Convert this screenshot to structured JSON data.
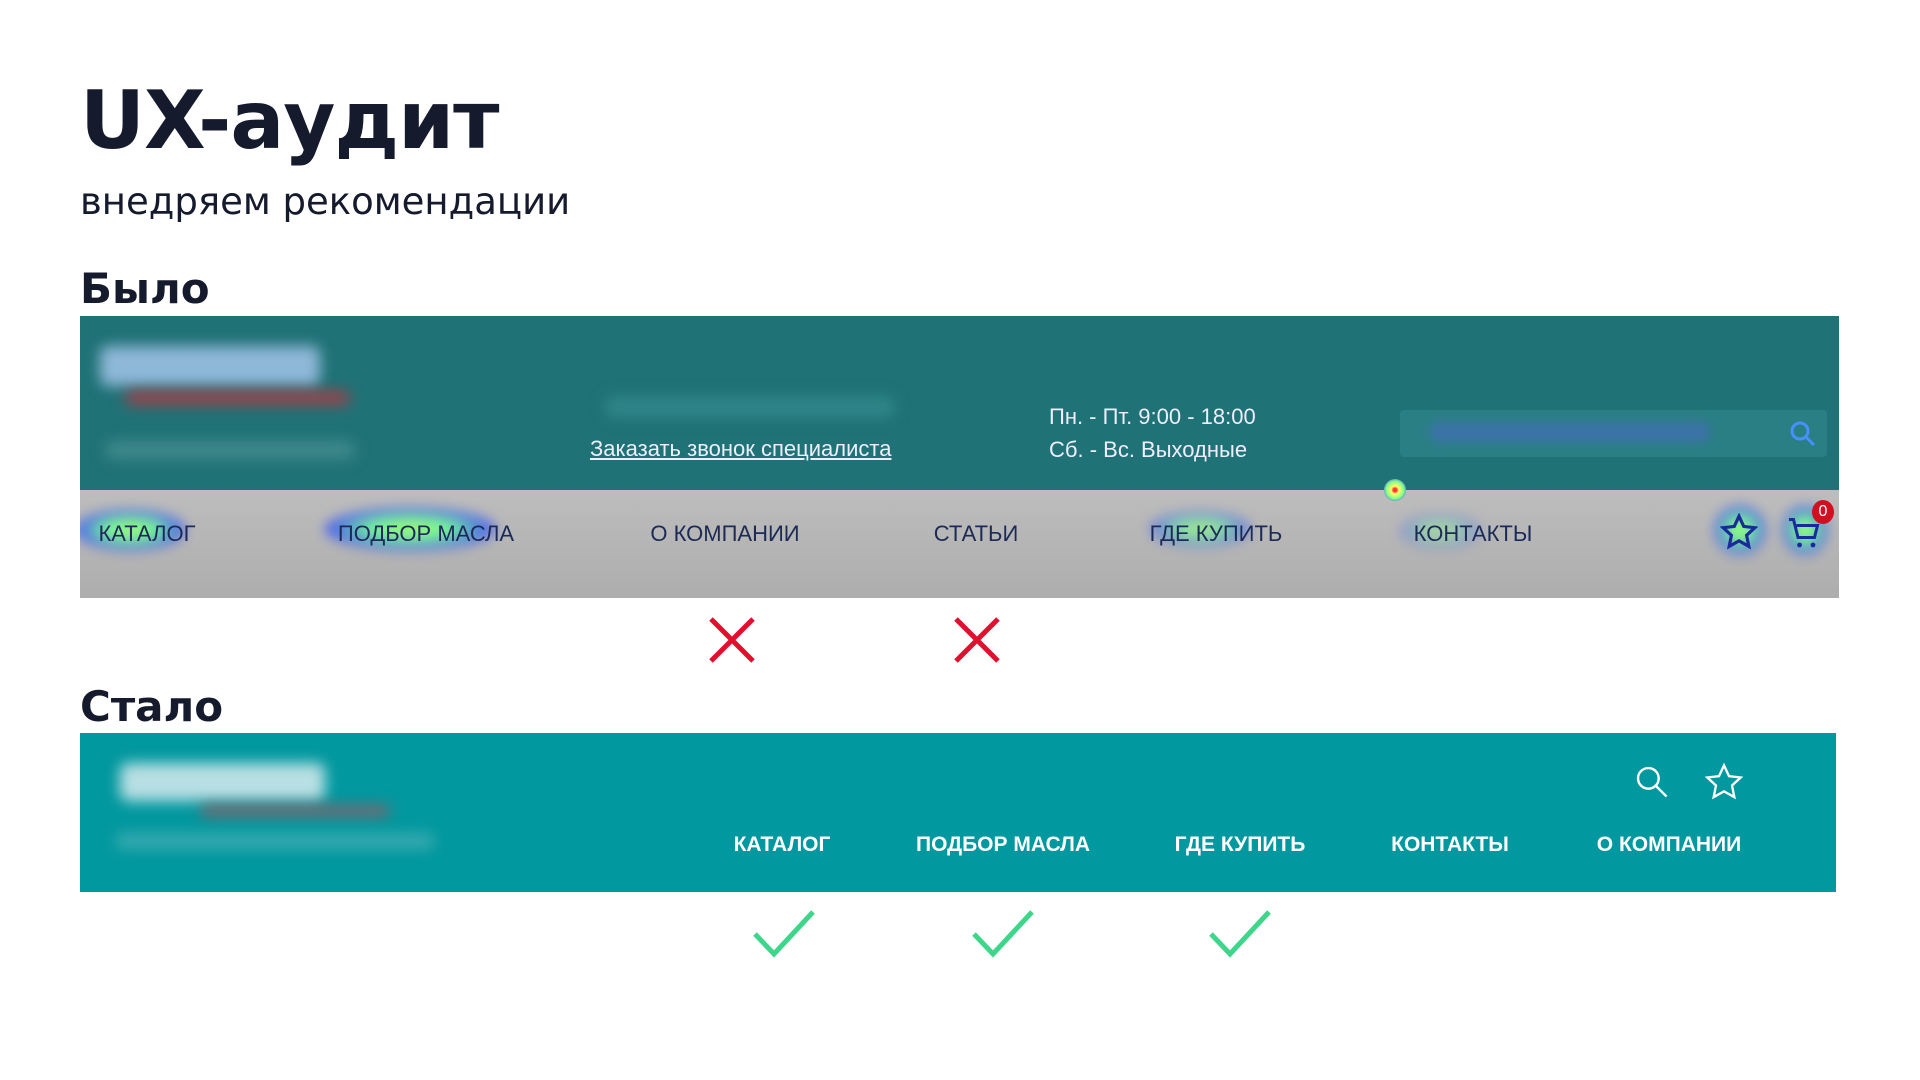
{
  "title": "UX-аудит",
  "subtitle": "внедряем рекомендации",
  "before": {
    "label": "Было",
    "callback_link": "Заказать звонок специалиста",
    "hours": [
      "Пн. - Пт. 9:00 - 18:00",
      "Сб. - Вс. Выходные"
    ],
    "nav": [
      "КАТАЛОГ",
      "ПОДБОР МАСЛА",
      "О КОМПАНИИ",
      "СТАТЬИ",
      "ГДЕ КУПИТЬ",
      "КОНТАКТЫ"
    ],
    "cart_count": "0",
    "rejected_items": [
      "О КОМПАНИИ",
      "СТАТЬИ"
    ]
  },
  "after": {
    "label": "Стало",
    "nav": [
      "КАТАЛОГ",
      "ПОДБОР МАСЛА",
      "ГДЕ КУПИТЬ",
      "КОНТАКТЫ",
      "О КОМПАНИИ"
    ],
    "approved_items": [
      "КАТАЛОГ",
      "ПОДБОР МАСЛА",
      "ГДЕ КУПИТЬ"
    ]
  },
  "colors": {
    "before_header": "#1f7276",
    "before_nav": "#b3b3b3",
    "after_header": "#02989f",
    "cross": "#e0102e",
    "check": "#3ed68a"
  }
}
